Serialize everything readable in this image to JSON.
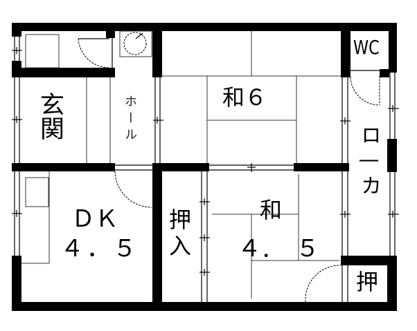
{
  "floor_plan": {
    "rooms": {
      "entrance": {
        "label": "玄関"
      },
      "hall": {
        "label": "ホール"
      },
      "washitsu6": {
        "label": "和６"
      },
      "wc": {
        "label": "WC"
      },
      "corridor": {
        "label": "ロ—カ"
      },
      "dk": {
        "label_line1": "ＤＫ",
        "label_line2": "４．５"
      },
      "closet_left": {
        "label": "押入"
      },
      "washitsu45": {
        "label_line1": "和",
        "label_line2_a": "４",
        "label_line2_dot": "．",
        "label_line2_b": "５"
      },
      "closet_right": {
        "label": "押"
      }
    },
    "colors": {
      "wall": "#000000",
      "background": "#ffffff"
    }
  }
}
